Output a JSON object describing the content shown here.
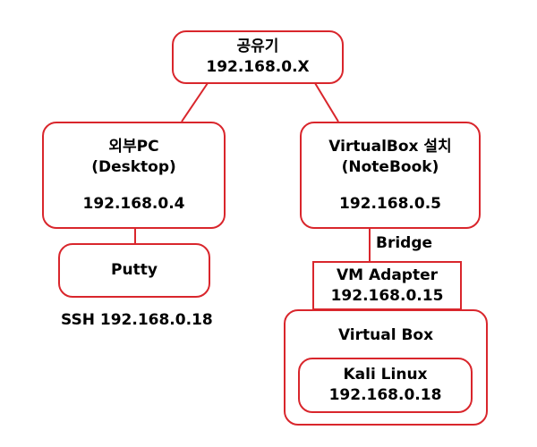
{
  "colors": {
    "border": "#d9262c",
    "text": "#000000",
    "background": "#ffffff"
  },
  "router": {
    "line1": "공유기",
    "line2": "192.168.0.X"
  },
  "external_pc": {
    "name": "외부PC",
    "type": "(Desktop)",
    "ip": "192.168.0.4"
  },
  "notebook": {
    "name": "VirtualBox 설치",
    "type": "(NoteBook)",
    "ip": "192.168.0.5"
  },
  "putty": {
    "label": "Putty"
  },
  "ssh": {
    "label": "SSH 192.168.0.18"
  },
  "bridge": {
    "label": "Bridge"
  },
  "vm_adapter": {
    "name": "VM Adapter",
    "ip": "192.168.0.15"
  },
  "virtualbox": {
    "label": "Virtual Box"
  },
  "kali": {
    "name": "Kali Linux",
    "ip": "192.168.0.18"
  }
}
